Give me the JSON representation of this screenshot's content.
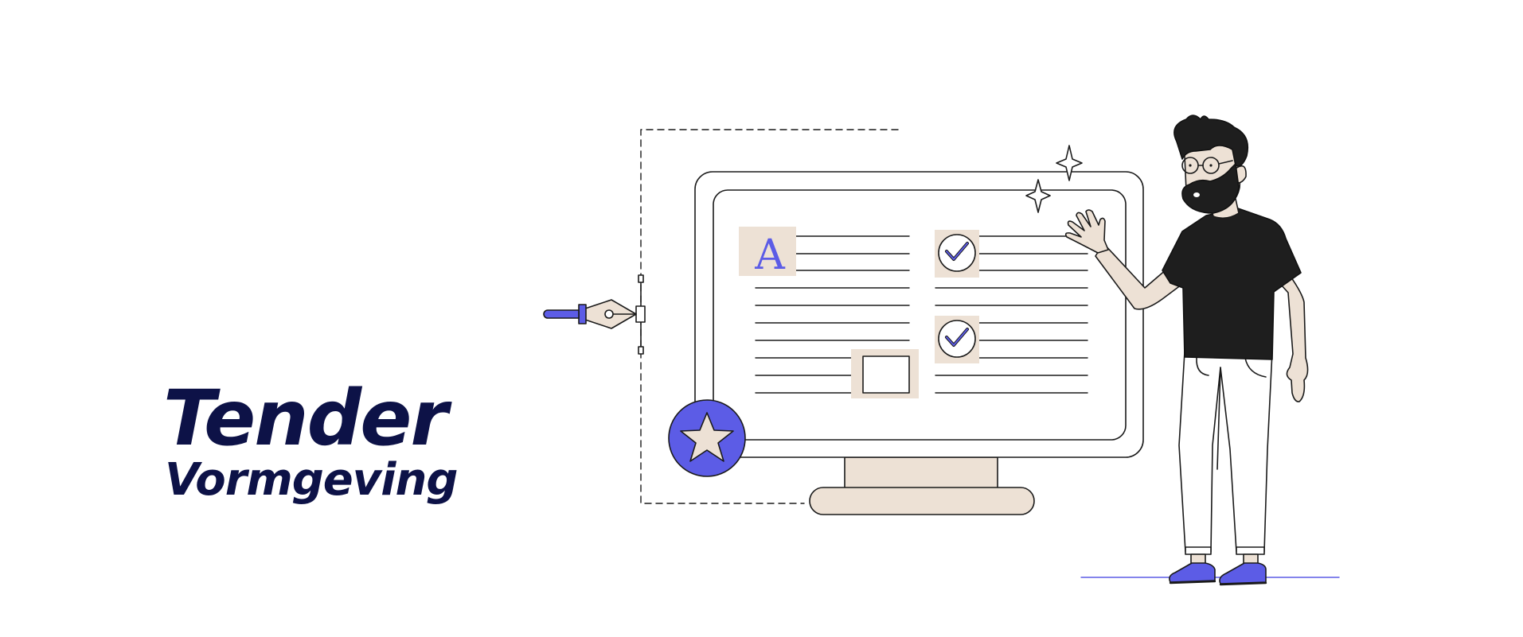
{
  "heading": {
    "title": "Tender",
    "subtitle": "Vormgeving"
  },
  "illustration": {
    "letter_tile_glyph": "A",
    "icons": [
      "pen-tool-icon",
      "monitor-icon",
      "star-badge-icon",
      "checkmark-icon",
      "sparkle-icon",
      "designer-person"
    ]
  },
  "colors": {
    "heading_text": "#0d1247",
    "accent": "#5c5ce6",
    "beige": "#ede1d5",
    "outline": "#1a1a1a",
    "shirt": "#1e1e1e"
  }
}
